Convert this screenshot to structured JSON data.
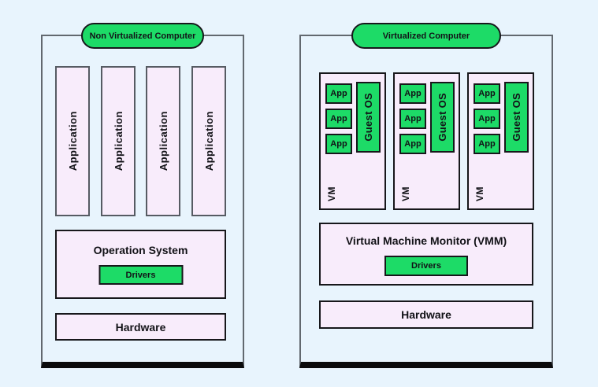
{
  "colors": {
    "background": "#e8f4fd",
    "box_fill": "#f8ecfb",
    "accent_green": "#1ddb67",
    "bottom_bar": "#0a0a0c"
  },
  "left_panel": {
    "title": "Non Virtualized Computer",
    "applications": [
      "Application",
      "Application",
      "Application",
      "Application"
    ],
    "operating_system": {
      "label": "Operation System",
      "drivers_label": "Drivers"
    },
    "hardware_label": "Hardware"
  },
  "right_panel": {
    "title": "Virtualized Computer",
    "vms": [
      {
        "label": "VM",
        "apps": [
          "App",
          "App",
          "App"
        ],
        "guest_os_label": "Guest OS"
      },
      {
        "label": "VM",
        "apps": [
          "App",
          "App",
          "App"
        ],
        "guest_os_label": "Guest OS"
      },
      {
        "label": "VM",
        "apps": [
          "App",
          "App",
          "App"
        ],
        "guest_os_label": "Guest OS"
      }
    ],
    "vmm": {
      "label": "Virtual Machine Monitor (VMM)",
      "drivers_label": "Drivers"
    },
    "hardware_label": "Hardware"
  }
}
